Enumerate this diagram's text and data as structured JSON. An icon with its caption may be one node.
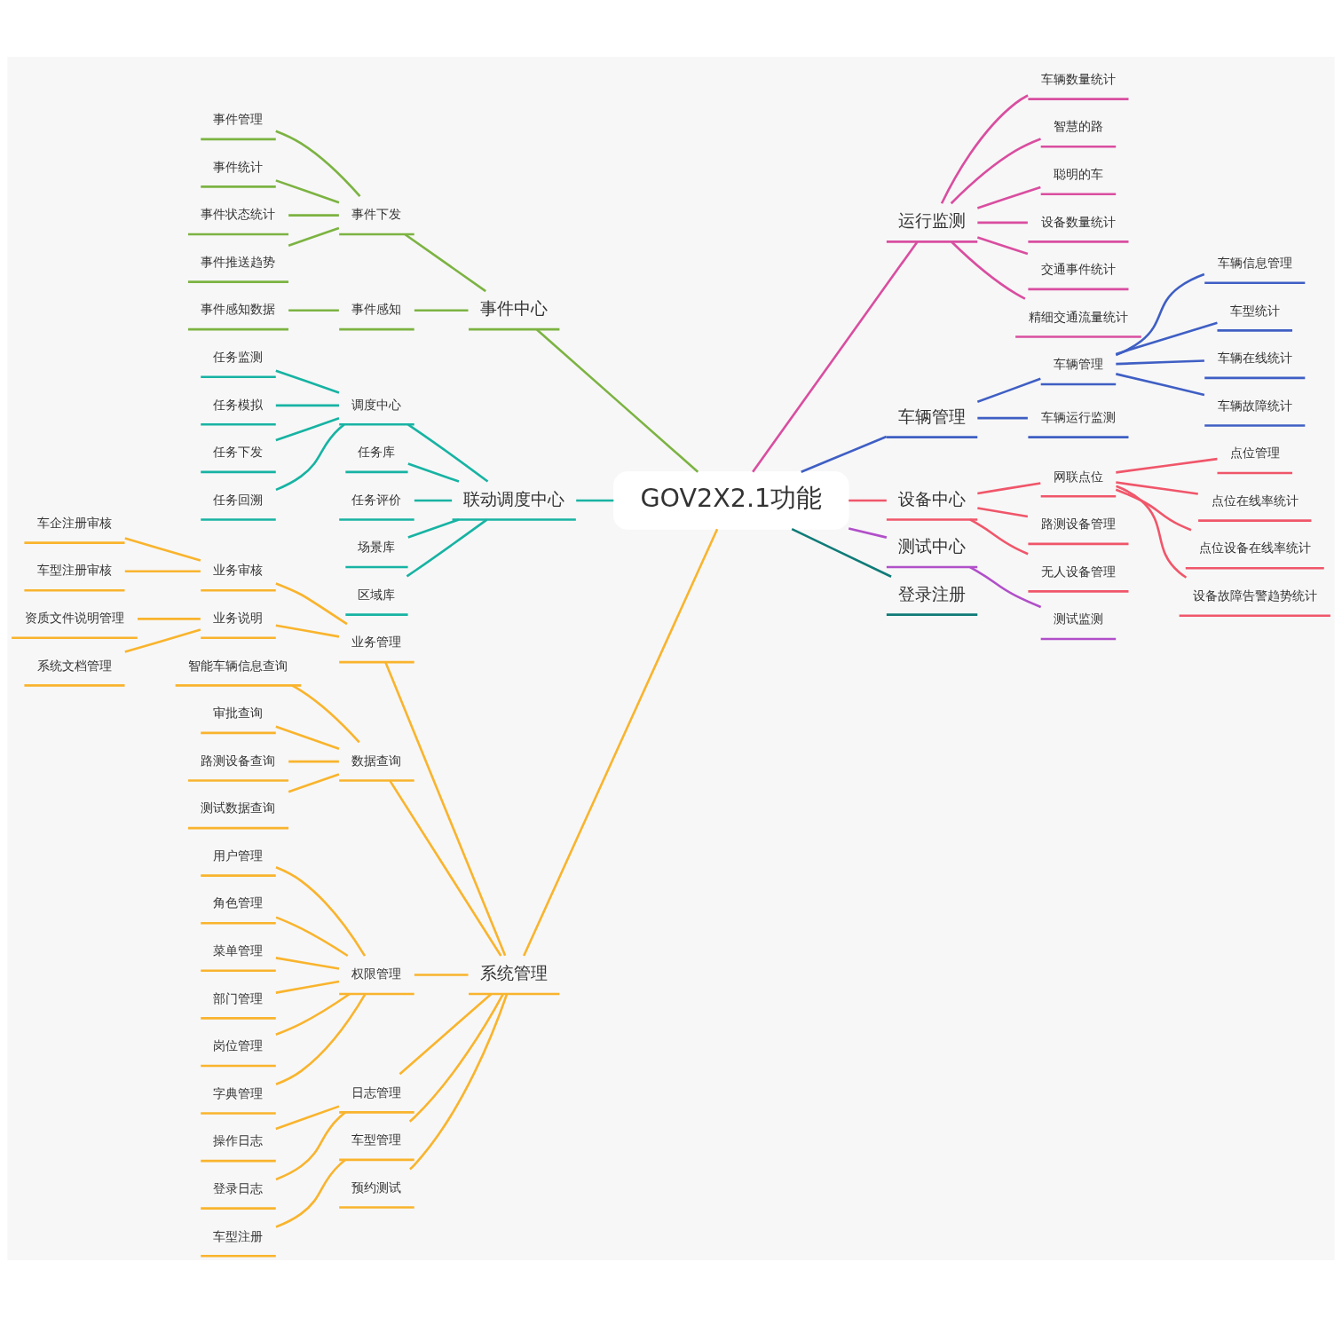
{
  "diagram": {
    "nodes": [
      {
        "text": [
          "GOV2X2.1功能"
        ]
      },
      {
        "text": [
          "事件中心"
        ]
      },
      {
        "text": [
          "事件下发"
        ]
      },
      {
        "text": [
          "事件管理"
        ]
      },
      {
        "text": [
          "事件统计"
        ]
      },
      {
        "text": [
          "事件状态统计"
        ]
      },
      {
        "text": [
          "事件推送趋势"
        ]
      },
      {
        "text": [
          "事件感知"
        ]
      },
      {
        "text": [
          "事件感知数据"
        ]
      },
      {
        "text": [
          "联动调度中心"
        ]
      },
      {
        "text": [
          "调度中心"
        ]
      },
      {
        "text": [
          "任务监测"
        ]
      },
      {
        "text": [
          "任务模拟"
        ]
      },
      {
        "text": [
          "任务下发"
        ]
      },
      {
        "text": [
          "任务回溯"
        ]
      },
      {
        "text": [
          "任务库"
        ]
      },
      {
        "text": [
          "任务评价"
        ]
      },
      {
        "text": [
          "场景库"
        ]
      },
      {
        "text": [
          "区域库"
        ]
      },
      {
        "text": [
          "系统管理"
        ]
      },
      {
        "text": [
          "业务管理"
        ]
      },
      {
        "text": [
          "业务审核"
        ]
      },
      {
        "text": [
          "车企注册审核"
        ]
      },
      {
        "text": [
          "车型注册审核"
        ]
      },
      {
        "text": [
          "业务说明"
        ]
      },
      {
        "text": [
          "资质文件说明管理"
        ]
      },
      {
        "text": [
          "系统文档管理"
        ]
      },
      {
        "text": [
          "数据查询"
        ]
      },
      {
        "text": [
          "智能车辆信息查询"
        ]
      },
      {
        "text": [
          "审批查询"
        ]
      },
      {
        "text": [
          "路测设备查询"
        ]
      },
      {
        "text": [
          "测试数据查询"
        ]
      },
      {
        "text": [
          "权限管理"
        ]
      },
      {
        "text": [
          "用户管理"
        ]
      },
      {
        "text": [
          "角色管理"
        ]
      },
      {
        "text": [
          "菜单管理"
        ]
      },
      {
        "text": [
          "部门管理"
        ]
      },
      {
        "text": [
          "岗位管理"
        ]
      },
      {
        "text": [
          "字典管理"
        ]
      },
      {
        "text": [
          "日志管理"
        ]
      },
      {
        "text": [
          "操作日志"
        ]
      },
      {
        "text": [
          "登录日志"
        ]
      },
      {
        "text": [
          "车型管理"
        ]
      },
      {
        "text": [
          "车型注册"
        ]
      },
      {
        "text": [
          "预约测试"
        ]
      },
      {
        "text": [
          "运行监测"
        ]
      },
      {
        "text": [
          "车辆数量统计"
        ]
      },
      {
        "text": [
          "智慧的路"
        ]
      },
      {
        "text": [
          "聪明的车"
        ]
      },
      {
        "text": [
          "设备数量统计"
        ]
      },
      {
        "text": [
          "交通事件统计"
        ]
      },
      {
        "text": [
          "精细交通流量统计"
        ]
      },
      {
        "text": [
          "车辆管理"
        ]
      },
      {
        "text": [
          "车辆管理"
        ]
      },
      {
        "text": [
          "车辆信息管理"
        ]
      },
      {
        "text": [
          "车型统计"
        ]
      },
      {
        "text": [
          "车辆在线统计"
        ]
      },
      {
        "text": [
          "车辆故障统计"
        ]
      },
      {
        "text": [
          "车辆运行监测"
        ]
      },
      {
        "text": [
          "设备中心"
        ]
      },
      {
        "text": [
          "网联点位"
        ]
      },
      {
        "text": [
          "点位管理"
        ]
      },
      {
        "text": [
          "点位在线率统计"
        ]
      },
      {
        "text": [
          "点位设备在线率统计"
        ]
      },
      {
        "text": [
          "设备故障告警趋势统计"
        ]
      },
      {
        "text": [
          "路测设备管理"
        ]
      },
      {
        "text": [
          "无人设备管理"
        ]
      },
      {
        "text": [
          "测试中心"
        ]
      },
      {
        "text": [
          "测试监测"
        ]
      },
      {
        "text": [
          "登录注册"
        ]
      }
    ],
    "edges": [
      {
        "from": 0,
        "to": 1,
        "arrow": "none",
        "color": "#7cb342"
      },
      {
        "from": 1,
        "to": 2,
        "arrow": "none",
        "color": "#7cb342"
      },
      {
        "from": 2,
        "to": 3,
        "arrow": "none",
        "color": "#7cb342"
      },
      {
        "from": 2,
        "to": 4,
        "arrow": "none",
        "color": "#7cb342"
      },
      {
        "from": 2,
        "to": 5,
        "arrow": "none",
        "color": "#7cb342"
      },
      {
        "from": 2,
        "to": 6,
        "arrow": "none",
        "color": "#7cb342"
      },
      {
        "from": 1,
        "to": 7,
        "arrow": "none",
        "color": "#7cb342"
      },
      {
        "from": 7,
        "to": 8,
        "arrow": "none",
        "color": "#7cb342"
      },
      {
        "from": 0,
        "to": 9,
        "arrow": "none",
        "color": "#17b3a3"
      },
      {
        "from": 9,
        "to": 10,
        "arrow": "none",
        "color": "#17b3a3"
      },
      {
        "from": 10,
        "to": 11,
        "arrow": "none",
        "color": "#17b3a3"
      },
      {
        "from": 10,
        "to": 12,
        "arrow": "none",
        "color": "#17b3a3"
      },
      {
        "from": 10,
        "to": 13,
        "arrow": "none",
        "color": "#17b3a3"
      },
      {
        "from": 10,
        "to": 14,
        "arrow": "none",
        "color": "#17b3a3"
      },
      {
        "from": 9,
        "to": 15,
        "arrow": "none",
        "color": "#17b3a3"
      },
      {
        "from": 9,
        "to": 16,
        "arrow": "none",
        "color": "#17b3a3"
      },
      {
        "from": 9,
        "to": 17,
        "arrow": "none",
        "color": "#17b3a3"
      },
      {
        "from": 9,
        "to": 18,
        "arrow": "none",
        "color": "#17b3a3"
      },
      {
        "from": 0,
        "to": 19,
        "arrow": "none",
        "color": "#f9b42d"
      },
      {
        "from": 19,
        "to": 20,
        "arrow": "none",
        "color": "#f9b42d"
      },
      {
        "from": 20,
        "to": 21,
        "arrow": "none",
        "color": "#f9b42d"
      },
      {
        "from": 21,
        "to": 22,
        "arrow": "none",
        "color": "#f9b42d"
      },
      {
        "from": 21,
        "to": 23,
        "arrow": "none",
        "color": "#f9b42d"
      },
      {
        "from": 20,
        "to": 24,
        "arrow": "none",
        "color": "#f9b42d"
      },
      {
        "from": 24,
        "to": 25,
        "arrow": "none",
        "color": "#f9b42d"
      },
      {
        "from": 24,
        "to": 26,
        "arrow": "none",
        "color": "#f9b42d"
      },
      {
        "from": 19,
        "to": 27,
        "arrow": "none",
        "color": "#f9b42d"
      },
      {
        "from": 27,
        "to": 28,
        "arrow": "none",
        "color": "#f9b42d"
      },
      {
        "from": 27,
        "to": 29,
        "arrow": "none",
        "color": "#f9b42d"
      },
      {
        "from": 27,
        "to": 30,
        "arrow": "none",
        "color": "#f9b42d"
      },
      {
        "from": 27,
        "to": 31,
        "arrow": "none",
        "color": "#f9b42d"
      },
      {
        "from": 19,
        "to": 32,
        "arrow": "none",
        "color": "#f9b42d"
      },
      {
        "from": 32,
        "to": 33,
        "arrow": "none",
        "color": "#f9b42d"
      },
      {
        "from": 32,
        "to": 34,
        "arrow": "none",
        "color": "#f9b42d"
      },
      {
        "from": 32,
        "to": 35,
        "arrow": "none",
        "color": "#f9b42d"
      },
      {
        "from": 32,
        "to": 36,
        "arrow": "none",
        "color": "#f9b42d"
      },
      {
        "from": 32,
        "to": 37,
        "arrow": "none",
        "color": "#f9b42d"
      },
      {
        "from": 32,
        "to": 38,
        "arrow": "none",
        "color": "#f9b42d"
      },
      {
        "from": 19,
        "to": 39,
        "arrow": "none",
        "color": "#f9b42d"
      },
      {
        "from": 39,
        "to": 40,
        "arrow": "none",
        "color": "#f9b42d"
      },
      {
        "from": 39,
        "to": 41,
        "arrow": "none",
        "color": "#f9b42d"
      },
      {
        "from": 19,
        "to": 42,
        "arrow": "none",
        "color": "#f9b42d"
      },
      {
        "from": 42,
        "to": 43,
        "arrow": "none",
        "color": "#f9b42d"
      },
      {
        "from": 19,
        "to": 44,
        "arrow": "none",
        "color": "#f9b42d"
      },
      {
        "from": 0,
        "to": 45,
        "arrow": "none",
        "color": "#d94ea0"
      },
      {
        "from": 45,
        "to": 46,
        "arrow": "none",
        "color": "#d94ea0"
      },
      {
        "from": 45,
        "to": 47,
        "arrow": "none",
        "color": "#d94ea0"
      },
      {
        "from": 45,
        "to": 48,
        "arrow": "none",
        "color": "#d94ea0"
      },
      {
        "from": 45,
        "to": 49,
        "arrow": "none",
        "color": "#d94ea0"
      },
      {
        "from": 45,
        "to": 50,
        "arrow": "none",
        "color": "#d94ea0"
      },
      {
        "from": 45,
        "to": 51,
        "arrow": "none",
        "color": "#d94ea0"
      },
      {
        "from": 0,
        "to": 52,
        "arrow": "none",
        "color": "#3f5fc4"
      },
      {
        "from": 52,
        "to": 53,
        "arrow": "none",
        "color": "#3f5fc4"
      },
      {
        "from": 53,
        "to": 54,
        "arrow": "none",
        "color": "#3f5fc4"
      },
      {
        "from": 53,
        "to": 55,
        "arrow": "none",
        "color": "#3f5fc4"
      },
      {
        "from": 53,
        "to": 56,
        "arrow": "none",
        "color": "#3f5fc4"
      },
      {
        "from": 53,
        "to": 57,
        "arrow": "none",
        "color": "#3f5fc4"
      },
      {
        "from": 52,
        "to": 58,
        "arrow": "none",
        "color": "#3f5fc4"
      },
      {
        "from": 0,
        "to": 59,
        "arrow": "none",
        "color": "#f0566a"
      },
      {
        "from": 59,
        "to": 60,
        "arrow": "none",
        "color": "#f0566a"
      },
      {
        "from": 60,
        "to": 61,
        "arrow": "none",
        "color": "#f0566a"
      },
      {
        "from": 60,
        "to": 62,
        "arrow": "none",
        "color": "#f0566a"
      },
      {
        "from": 60,
        "to": 63,
        "arrow": "none",
        "color": "#f0566a"
      },
      {
        "from": 60,
        "to": 64,
        "arrow": "none",
        "color": "#f0566a"
      },
      {
        "from": 59,
        "to": 65,
        "arrow": "none",
        "color": "#f0566a"
      },
      {
        "from": 59,
        "to": 66,
        "arrow": "none",
        "color": "#f0566a"
      },
      {
        "from": 0,
        "to": 67,
        "arrow": "none",
        "color": "#b14fc9"
      },
      {
        "from": 67,
        "to": 68,
        "arrow": "none",
        "color": "#b14fc9"
      },
      {
        "from": 0,
        "to": 69,
        "arrow": "none",
        "color": "#0f7b78"
      }
    ]
  }
}
